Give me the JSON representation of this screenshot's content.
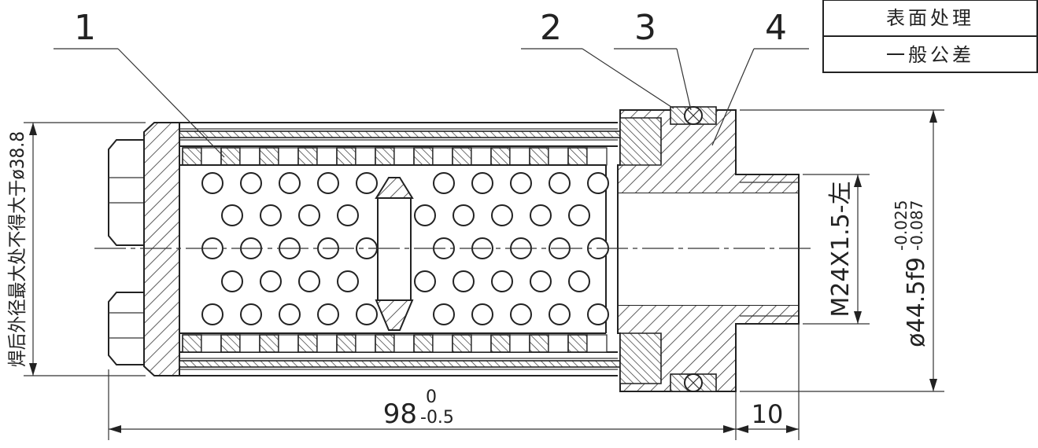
{
  "title_block": {
    "rows": [
      "表面处理",
      "一般公差"
    ]
  },
  "callouts": [
    "1",
    "2",
    "3",
    "4"
  ],
  "dimensions": {
    "overall_length": {
      "base": "98",
      "upper": "0",
      "lower": "-0.5"
    },
    "thread_length": "10",
    "thread_spec": "M24X1.5-左",
    "outer_diameter": {
      "base": "ø44.5f9",
      "upper": "-0.025",
      "lower": "-0.087"
    },
    "weld_note": "焊后外径最大处不得大于ø38.8"
  }
}
